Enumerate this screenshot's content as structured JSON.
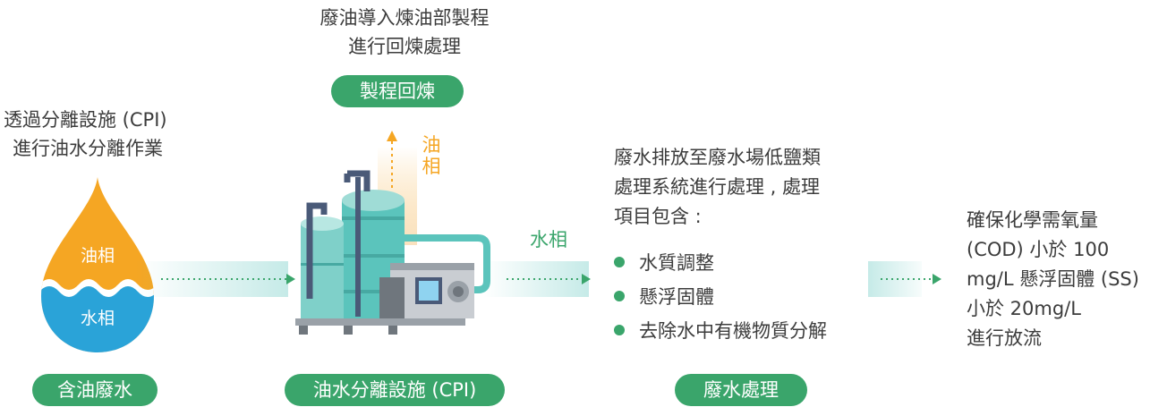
{
  "step_recycle": {
    "description": [
      "廢油導入煉油部製程",
      "進行回煉處理"
    ],
    "label": "製程回煉"
  },
  "step_input": {
    "description": [
      "透過分離設施 (CPI)",
      "進行油水分離作業"
    ],
    "label": "含油廢水",
    "drop_top": "油相",
    "drop_bottom": "水相"
  },
  "step_cpi": {
    "label": "油水分離設施 (CPI)",
    "oil_phase": [
      "油",
      "相"
    ],
    "water_phase": "水相"
  },
  "step_treatment": {
    "description": [
      "廢水排放至廢水場低鹽類",
      "處理系統進行處理 , 處理",
      "項目包含 :"
    ],
    "items": [
      "水質調整",
      "懸浮固體",
      "去除水中有機物質分解"
    ],
    "label": "廢水處理"
  },
  "step_discharge": {
    "description": [
      "確保化學需氧量",
      "(COD) 小於 100",
      "mg/L 懸浮固體 (SS)",
      "小於 20mg/L",
      "進行放流"
    ]
  },
  "colors": {
    "accent_green": "#3aa56b",
    "oil_orange": "#f5a623",
    "water_blue": "#2aa3d8",
    "flow_teal": "#5bc4bc"
  },
  "icons": [
    "oil-water-drop-icon",
    "cpi-machine-icon",
    "flow-arrow-icon",
    "up-arrow-icon"
  ]
}
